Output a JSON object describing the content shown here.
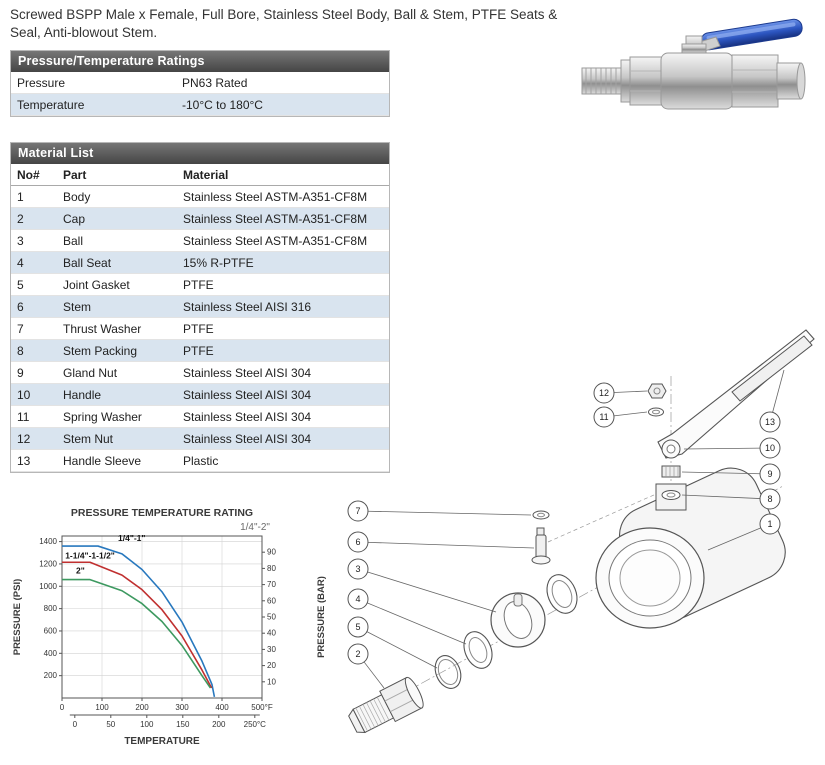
{
  "intro": "Screwed BSPP Male x Female, Full Bore, Stainless Steel Body, Ball & Stem, PTFE Seats & Seal, Anti-blowout Stem.",
  "pt_table": {
    "title": "Pressure/Temperature Ratings",
    "rows": [
      {
        "label": "Pressure",
        "value": "PN63 Rated"
      },
      {
        "label": "Temperature",
        "value": "-10°C to 180°C"
      }
    ]
  },
  "material_list": {
    "title": "Material List",
    "columns": [
      "No#",
      "Part",
      "Material"
    ],
    "rows": [
      [
        "1",
        "Body",
        "Stainless Steel ASTM-A351-CF8M"
      ],
      [
        "2",
        "Cap",
        "Stainless Steel ASTM-A351-CF8M"
      ],
      [
        "3",
        "Ball",
        "Stainless Steel ASTM-A351-CF8M"
      ],
      [
        "4",
        "Ball Seat",
        "15% R-PTFE"
      ],
      [
        "5",
        "Joint Gasket",
        "PTFE"
      ],
      [
        "6",
        "Stem",
        "Stainless Steel AISI 316"
      ],
      [
        "7",
        "Thrust Washer",
        "PTFE"
      ],
      [
        "8",
        "Stem Packing",
        "PTFE"
      ],
      [
        "9",
        "Gland Nut",
        "Stainless Steel AISI 304"
      ],
      [
        "10",
        "Handle",
        "Stainless Steel AISI 304"
      ],
      [
        "11",
        "Spring Washer",
        "Stainless Steel AISI 304"
      ],
      [
        "12",
        "Stem Nut",
        "Stainless Steel AISI 304"
      ],
      [
        "13",
        "Handle Sleeve",
        "Plastic"
      ]
    ]
  },
  "chart_data": {
    "type": "line",
    "title": "PRESSURE TEMPERATURE RATING",
    "size_range_label": "1/4\"-2\"",
    "xlabel": "TEMPERATURE",
    "ylabel_left": "PRESSURE (PSI)",
    "ylabel_right": "PRESSURE (BAR)",
    "x_unit_primary": "°F",
    "x_unit_secondary": "°C",
    "xlim_f": [
      0,
      500
    ],
    "ylim_psi": [
      0,
      1450
    ],
    "ylim_bar": [
      0,
      100
    ],
    "psi_ticks": [
      200,
      400,
      600,
      800,
      1000,
      1200,
      1400
    ],
    "bar_ticks": [
      10,
      20,
      30,
      40,
      50,
      60,
      70,
      80,
      90
    ],
    "f_ticks": [
      0,
      100,
      200,
      300,
      400,
      500
    ],
    "c_ticks": [
      0,
      50,
      100,
      150,
      200,
      250
    ],
    "grid": true,
    "legend_position": "inline-left",
    "series": [
      {
        "name": "1/4\"-1\"",
        "color": "#2878be",
        "x_f": [
          0,
          90,
          150,
          200,
          250,
          300,
          350,
          375,
          381
        ],
        "y_psi": [
          1360,
          1360,
          1290,
          1150,
          950,
          680,
          330,
          120,
          10
        ]
      },
      {
        "name": "1-1/4\"-1-1/2\"",
        "color": "#c03030",
        "x_f": [
          0,
          70,
          150,
          200,
          250,
          300,
          350,
          374
        ],
        "y_psi": [
          1215,
          1215,
          1100,
          970,
          790,
          555,
          250,
          90
        ]
      },
      {
        "name": "2\"",
        "color": "#3d9960",
        "x_f": [
          0,
          70,
          150,
          200,
          250,
          300,
          350,
          371
        ],
        "y_psi": [
          1060,
          1060,
          960,
          845,
          685,
          470,
          200,
          90
        ]
      }
    ]
  },
  "diagram": {
    "callouts": [
      "1",
      "2",
      "3",
      "4",
      "5",
      "6",
      "7",
      "8",
      "9",
      "10",
      "11",
      "12",
      "13"
    ]
  },
  "colors": {
    "table_header_bg": "#454545",
    "row_shade": "#d9e4ef",
    "handle_blue": "#2c55c0"
  }
}
